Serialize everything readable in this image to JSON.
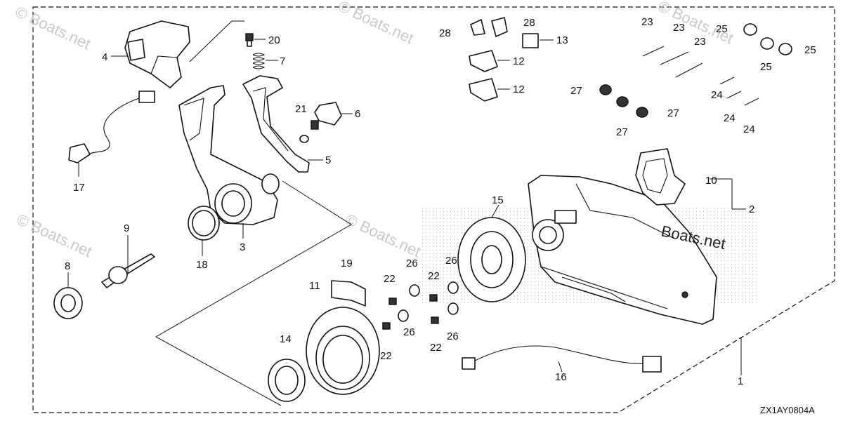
{
  "diagram": {
    "code": "ZX1AY0804A",
    "watermark": "© Boats.net",
    "watermark_center": "Boats.net",
    "labels": {
      "p1": "1",
      "p2": "2",
      "p3": "3",
      "p4": "4",
      "p5": "5",
      "p6": "6",
      "p7": "7",
      "p8": "8",
      "p9": "9",
      "p10": "10",
      "p11": "11",
      "p12a": "12",
      "p12b": "12",
      "p13": "13",
      "p14": "14",
      "p15": "15",
      "p16": "16",
      "p17": "17",
      "p18": "18",
      "p19": "19",
      "p20": "20",
      "p21": "21",
      "p22a": "22",
      "p22b": "22",
      "p22c": "22",
      "p22d": "22",
      "p23a": "23",
      "p23b": "23",
      "p23c": "23",
      "p24a": "24",
      "p24b": "24",
      "p24c": "24",
      "p25a": "25",
      "p25b": "25",
      "p25c": "25",
      "p26a": "26",
      "p26b": "26",
      "p26c": "26",
      "p26d": "26",
      "p27a": "27",
      "p27b": "27",
      "p27c": "27",
      "p28a": "28",
      "p28b": "28"
    }
  }
}
